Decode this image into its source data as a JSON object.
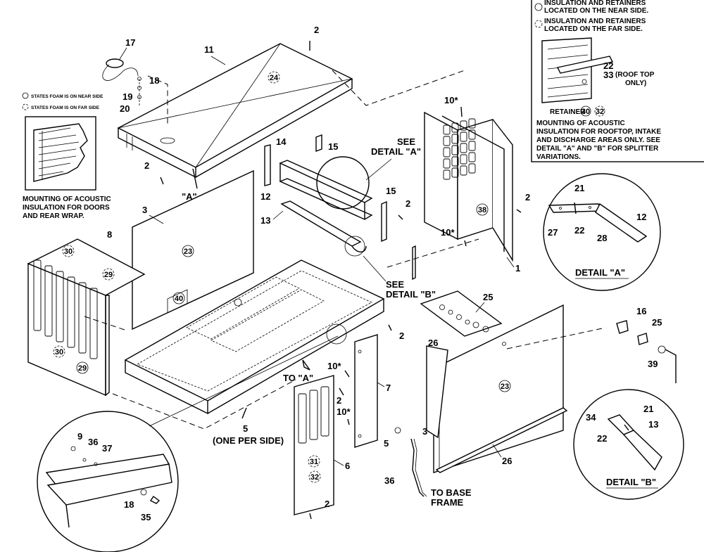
{
  "notes": {
    "near_side": "STATES FOAM IS ON NEAR SIDE",
    "far_side": "STATES FOAM IS ON FAR SIDE",
    "doors_caption_1": "MOUNTING OF ACOUSTIC",
    "doors_caption_2": "INSULATION FOR DOORS",
    "doors_caption_3": "AND REAR WRAP."
  },
  "legend": {
    "near_1": "INSULATION AND RETAINERS",
    "near_2": "LOCATED ON THE NEAR SIDE.",
    "far_1": "INSULATION AND RETAINERS",
    "far_2": "LOCATED ON THE FAR SIDE.",
    "callout_22": "22",
    "callout_33": "33",
    "rooftop_1": "(ROOF TOP",
    "rooftop_2": "ONLY)",
    "retainer": "RETAINER",
    "retainer_a": "30",
    "retainer_b": "32",
    "caption_1": "MOUNTING OF ACOUSTIC",
    "caption_2": "INSULATION FOR ROOFTOP, INTAKE",
    "caption_3": "AND DISCHARGE AREAS ONLY. SEE",
    "caption_4": "DETAIL \"A\" AND \"B\" FOR SPLITTER",
    "caption_5": "VARIATIONS."
  },
  "callouts": {
    "c1": "1",
    "c2a": "2",
    "c2b": "2",
    "c2c": "2",
    "c2d": "2",
    "c2e": "2",
    "c2f": "2",
    "c2g": "2",
    "c3a": "3",
    "c3b": "3",
    "c5a": "5",
    "c5b": "5",
    "c6": "6",
    "c7": "7",
    "c8": "8",
    "c9": "9",
    "c10a": "10*",
    "c10b": "10*",
    "c10c": "10*",
    "c10d": "10*",
    "c11": "11",
    "c12": "12",
    "c13": "13",
    "c14": "14",
    "c15a": "15",
    "c15b": "15",
    "c16": "16",
    "c17": "17",
    "c18a": "18",
    "c18b": "18",
    "c19": "19",
    "c20": "20",
    "c25a": "25",
    "c25b": "25",
    "c26a": "26",
    "c26b": "26",
    "c35": "35",
    "c36a": "36",
    "c36b": "36",
    "c37": "37",
    "c39": "39",
    "one_per_side": "(ONE PER SIDE)",
    "to_a": "TO \"A\"",
    "a_mark": "\"A\"",
    "see_a_1": "SEE",
    "see_a_2": "DETAIL \"A\"",
    "see_b_1": "SEE",
    "see_b_2": "DETAIL \"B\"",
    "to_base_1": "TO BASE",
    "to_base_2": "FRAME"
  },
  "circled": {
    "r24": "24",
    "r23a": "23",
    "r23b": "23",
    "r40": "40",
    "r38": "38",
    "r30a": "30",
    "r29a": "29",
    "r30b": "30",
    "r29b": "29",
    "r31": "31",
    "r32": "32"
  },
  "detail_a": {
    "title": "DETAIL \"A\"",
    "p21": "21",
    "p22": "22",
    "p27": "27",
    "p28": "28",
    "p12": "12"
  },
  "detail_b": {
    "title": "DETAIL \"B\"",
    "p21": "21",
    "p34": "34",
    "p13": "13",
    "p22": "22"
  }
}
